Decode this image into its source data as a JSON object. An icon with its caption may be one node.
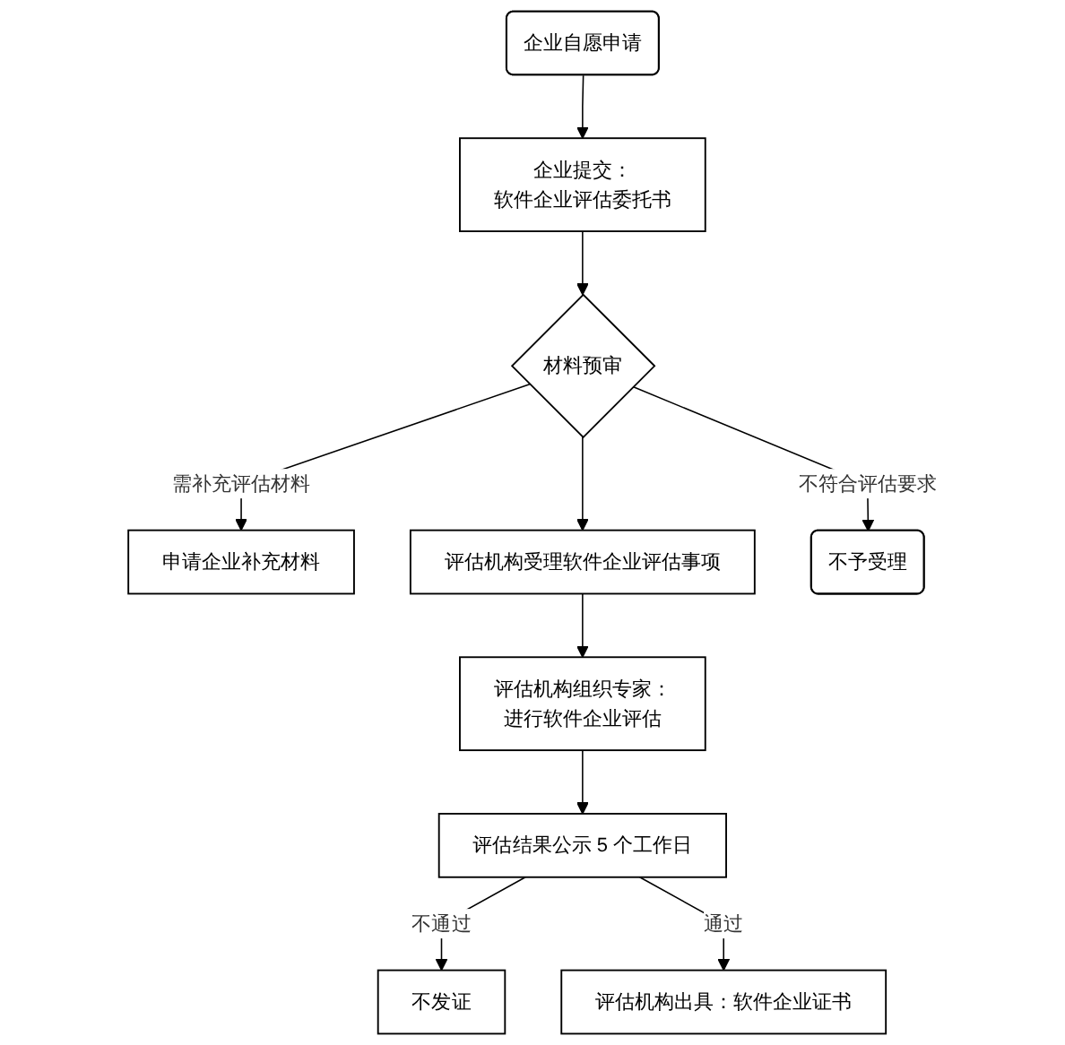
{
  "diagram": {
    "nodes": [
      {
        "text": [
          "企业自愿申请"
        ]
      },
      {
        "text": [
          "企业提交：",
          "软件企业评估委托书"
        ]
      },
      {
        "text": [
          "材料预审"
        ]
      },
      {
        "text": [
          "申请企业补充材料"
        ]
      },
      {
        "text": [
          "不予受理"
        ]
      },
      {
        "text": [
          "评估机构受理软件企业评估事项"
        ]
      },
      {
        "text": [
          "评估机构组织专家：",
          "进行软件企业评估"
        ]
      },
      {
        "text": [
          "评估结果公示 5 个工作日"
        ]
      },
      {
        "text": [
          "不发证"
        ]
      },
      {
        "text": [
          "评估机构出具：软件企业证书"
        ]
      }
    ],
    "edges": [
      {
        "from": 0,
        "to": 1,
        "arrow": "to"
      },
      {
        "from": 1,
        "to": 2,
        "arrow": "to"
      },
      {
        "from": 2,
        "to": 3,
        "arrow": "to",
        "label": "需补充评估材料"
      },
      {
        "from": 2,
        "to": 5,
        "arrow": "to"
      },
      {
        "from": 2,
        "to": 4,
        "arrow": "to",
        "label": "不符合评估要求"
      },
      {
        "from": 5,
        "to": 6,
        "arrow": "to"
      },
      {
        "from": 6,
        "to": 7,
        "arrow": "to"
      },
      {
        "from": 7,
        "to": 8,
        "arrow": "to",
        "label": "不通过"
      },
      {
        "from": 7,
        "to": 9,
        "arrow": "to",
        "label": "通过"
      }
    ]
  }
}
